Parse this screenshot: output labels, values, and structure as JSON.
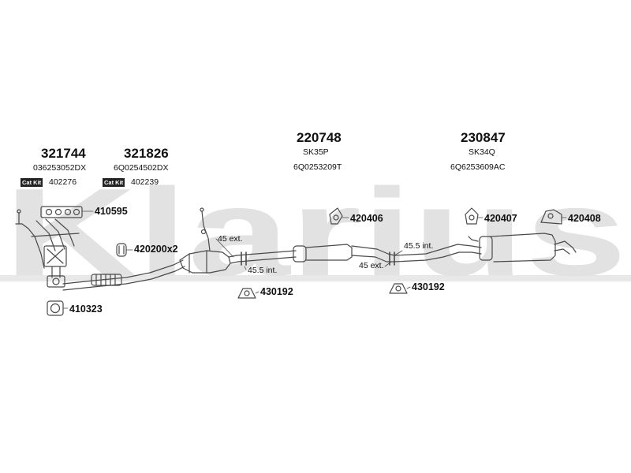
{
  "watermark": "Klarius",
  "colors": {
    "ink": "#222222",
    "watermark": "#e2e2e2",
    "pipe": "#4a4a4a"
  },
  "groups": [
    {
      "main": "321744",
      "code": "036253052DX",
      "kit_badge": "Cat Kit",
      "kit_code": "402276"
    },
    {
      "main": "321826",
      "code": "6Q0254502DX",
      "kit_badge": "Cat Kit",
      "kit_code": "402239"
    },
    {
      "main": "220748",
      "sub": "SK35P",
      "code": "6Q0253209T"
    },
    {
      "main": "230847",
      "sub": "SK34Q",
      "code": "6Q6253609AC"
    }
  ],
  "parts": {
    "gasket": "410595",
    "ring": "410323",
    "mount_x2": "420200x2",
    "hanger_1": "420406",
    "hanger_2": "420407",
    "hanger_3": "420408",
    "clamp_1": "430192",
    "clamp_2": "430192"
  },
  "notes": {
    "front_ext": "45 ext.",
    "front_int": "45.5 int.",
    "rear_int": "45.5 int.",
    "rear_ext": "45 ext."
  }
}
